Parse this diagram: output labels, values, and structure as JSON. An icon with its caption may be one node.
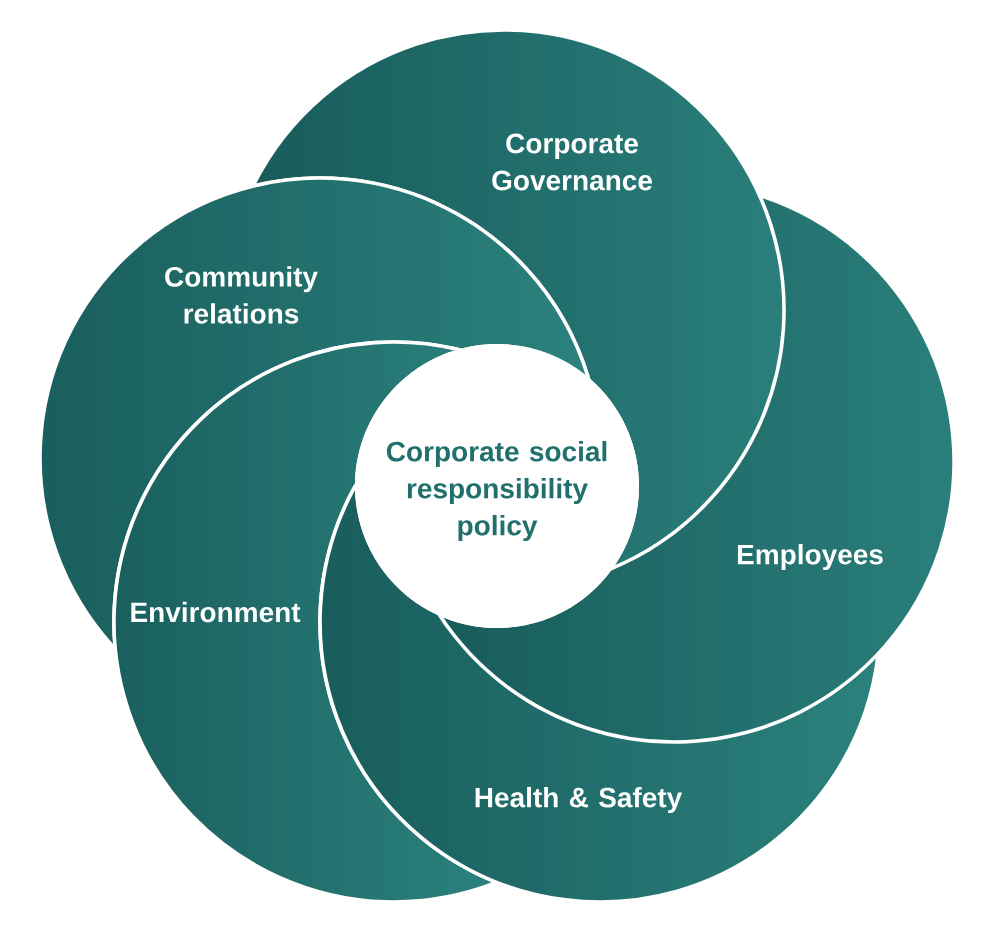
{
  "diagram": {
    "nodes": [
      {
        "text": [
          "Corporate Governance"
        ]
      },
      {
        "text": [
          "Community relations"
        ]
      },
      {
        "text": [
          "Corporate social responsibility policy"
        ]
      },
      {
        "text": [
          "Employees"
        ]
      },
      {
        "text": [
          "Environment"
        ]
      },
      {
        "text": [
          "Health & Safety"
        ]
      }
    ]
  }
}
